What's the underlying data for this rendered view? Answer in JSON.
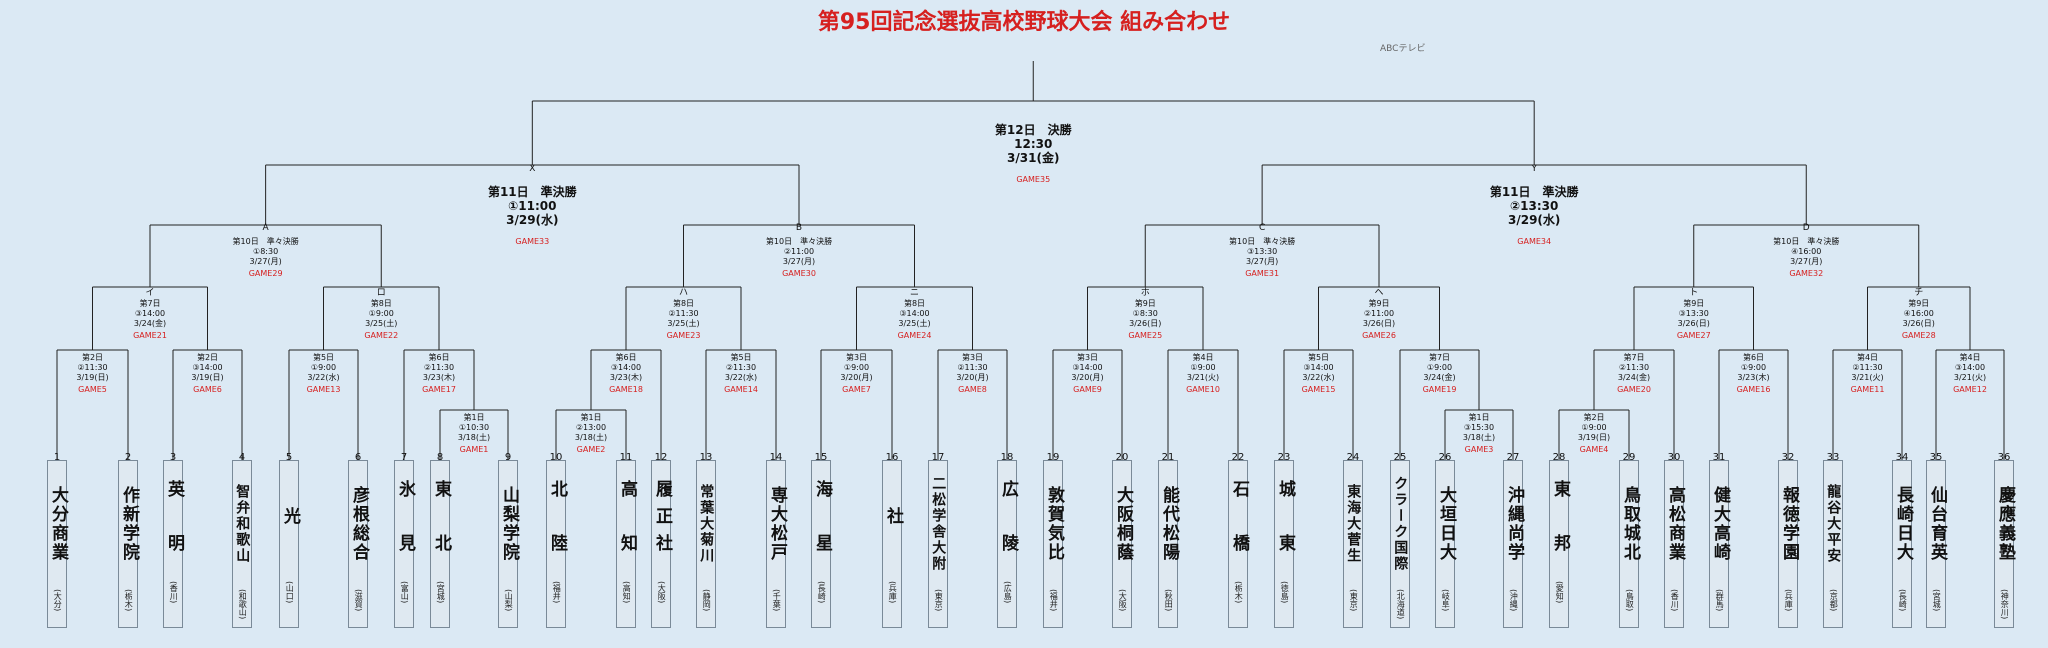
{
  "title": "第95回記念選抜高校野球大会 組み合わせ",
  "credit": "ABCテレビ",
  "teams": [
    {
      "num": "1",
      "name": "大分商業",
      "pref": "大分"
    },
    {
      "num": "2",
      "name": "作新学院",
      "pref": "栃木"
    },
    {
      "num": "3",
      "name": "英　明",
      "pref": "香川"
    },
    {
      "num": "4",
      "name": "智弁和歌山",
      "pref": "和歌山"
    },
    {
      "num": "5",
      "name": "光",
      "pref": "山口"
    },
    {
      "num": "6",
      "name": "彦根総合",
      "pref": "滋賀"
    },
    {
      "num": "7",
      "name": "氷　見",
      "pref": "富山"
    },
    {
      "num": "8",
      "name": "東　北",
      "pref": "宮城"
    },
    {
      "num": "9",
      "name": "山梨学院",
      "pref": "山梨"
    },
    {
      "num": "10",
      "name": "北　陸",
      "pref": "福井"
    },
    {
      "num": "11",
      "name": "高　知",
      "pref": "高知"
    },
    {
      "num": "12",
      "name": "履正社",
      "pref": "大阪"
    },
    {
      "num": "13",
      "name": "常葉大菊川",
      "pref": "静岡"
    },
    {
      "num": "14",
      "name": "専大松戸",
      "pref": "千葉"
    },
    {
      "num": "15",
      "name": "海　星",
      "pref": "長崎"
    },
    {
      "num": "16",
      "name": "社",
      "pref": "兵庫"
    },
    {
      "num": "17",
      "name": "二松学舎大附",
      "pref": "東京"
    },
    {
      "num": "18",
      "name": "広　陵",
      "pref": "広島"
    },
    {
      "num": "19",
      "name": "敦賀気比",
      "pref": "福井"
    },
    {
      "num": "20",
      "name": "大阪桐蔭",
      "pref": "大阪"
    },
    {
      "num": "21",
      "name": "能代松陽",
      "pref": "秋田"
    },
    {
      "num": "22",
      "name": "石　橋",
      "pref": "栃木"
    },
    {
      "num": "23",
      "name": "城　東",
      "pref": "徳島"
    },
    {
      "num": "24",
      "name": "東海大菅生",
      "pref": "東京"
    },
    {
      "num": "25",
      "name": "クラーク国際",
      "pref": "北海道"
    },
    {
      "num": "26",
      "name": "大垣日大",
      "pref": "岐阜"
    },
    {
      "num": "27",
      "name": "沖縄尚学",
      "pref": "沖縄"
    },
    {
      "num": "28",
      "name": "東　邦",
      "pref": "愛知"
    },
    {
      "num": "29",
      "name": "鳥取城北",
      "pref": "鳥取"
    },
    {
      "num": "30",
      "name": "高松商業",
      "pref": "香川"
    },
    {
      "num": "31",
      "name": "健大高崎",
      "pref": "群馬"
    },
    {
      "num": "32",
      "name": "報徳学園",
      "pref": "兵庫"
    },
    {
      "num": "33",
      "name": "龍谷大平安",
      "pref": "京都"
    },
    {
      "num": "34",
      "name": "長崎日大",
      "pref": "長崎"
    },
    {
      "num": "35",
      "name": "仙台育英",
      "pref": "宮城"
    },
    {
      "num": "36",
      "name": "慶應義塾",
      "pref": "神奈川"
    }
  ],
  "games": {
    "g1": {
      "l1": "第1日",
      "l2": "①10:30",
      "l3": "3/18(土)",
      "game": "GAME1"
    },
    "g2": {
      "l1": "第1日",
      "l2": "②13:00",
      "l3": "3/18(土)",
      "game": "GAME2"
    },
    "g3": {
      "l1": "第1日",
      "l2": "③15:30",
      "l3": "3/18(土)",
      "game": "GAME3"
    },
    "g4": {
      "l1": "第2日",
      "l2": "①9:00",
      "l3": "3/19(日)",
      "game": "GAME4"
    },
    "g5": {
      "l1": "第2日",
      "l2": "②11:30",
      "l3": "3/19(日)",
      "game": "GAME5"
    },
    "g6": {
      "l1": "第2日",
      "l2": "③14:00",
      "l3": "3/19(日)",
      "game": "GAME6"
    },
    "g7": {
      "l1": "第3日",
      "l2": "①9:00",
      "l3": "3/20(月)",
      "game": "GAME7"
    },
    "g8": {
      "l1": "第3日",
      "l2": "②11:30",
      "l3": "3/20(月)",
      "game": "GAME8"
    },
    "g9": {
      "l1": "第3日",
      "l2": "③14:00",
      "l3": "3/20(月)",
      "game": "GAME9"
    },
    "g10": {
      "l1": "第4日",
      "l2": "①9:00",
      "l3": "3/21(火)",
      "game": "GAME10"
    },
    "g11": {
      "l1": "第4日",
      "l2": "②11:30",
      "l3": "3/21(火)",
      "game": "GAME11"
    },
    "g12": {
      "l1": "第4日",
      "l2": "③14:00",
      "l3": "3/21(火)",
      "game": "GAME12"
    },
    "g13": {
      "l1": "第5日",
      "l2": "①9:00",
      "l3": "3/22(水)",
      "game": "GAME13"
    },
    "g14": {
      "l1": "第5日",
      "l2": "②11:30",
      "l3": "3/22(水)",
      "game": "GAME14"
    },
    "g15": {
      "l1": "第5日",
      "l2": "③14:00",
      "l3": "3/22(水)",
      "game": "GAME15"
    },
    "g16": {
      "l1": "第6日",
      "l2": "①9:00",
      "l3": "3/23(木)",
      "game": "GAME16"
    },
    "g17": {
      "l1": "第6日",
      "l2": "②11:30",
      "l3": "3/23(木)",
      "game": "GAME17"
    },
    "g18": {
      "l1": "第6日",
      "l2": "③14:00",
      "l3": "3/23(木)",
      "game": "GAME18"
    },
    "g19": {
      "l1": "第7日",
      "l2": "①9:00",
      "l3": "3/24(金)",
      "game": "GAME19"
    },
    "g20": {
      "l1": "第7日",
      "l2": "②11:30",
      "l3": "3/24(金)",
      "game": "GAME20"
    },
    "g21": {
      "l1": "第7日",
      "l2": "③14:00",
      "l3": "3/24(金)",
      "game": "GAME21"
    },
    "g22": {
      "l1": "第8日",
      "l2": "①9:00",
      "l3": "3/25(土)",
      "game": "GAME22"
    },
    "g23": {
      "l1": "第8日",
      "l2": "②11:30",
      "l3": "3/25(土)",
      "game": "GAME23"
    },
    "g24": {
      "l1": "第8日",
      "l2": "③14:00",
      "l3": "3/25(土)",
      "game": "GAME24"
    },
    "g25": {
      "l1": "第9日",
      "l2": "①8:30",
      "l3": "3/26(日)",
      "game": "GAME25"
    },
    "g26": {
      "l1": "第9日",
      "l2": "②11:00",
      "l3": "3/26(日)",
      "game": "GAME26"
    },
    "g27": {
      "l1": "第9日",
      "l2": "③13:30",
      "l3": "3/26(日)",
      "game": "GAME27"
    },
    "g28": {
      "l1": "第9日",
      "l2": "④16:00",
      "l3": "3/26(日)",
      "game": "GAME28"
    },
    "g29": {
      "l1": "第10日　準々決勝",
      "l2": "①8:30",
      "l3": "3/27(月)",
      "game": "GAME29"
    },
    "g30": {
      "l1": "第10日　準々決勝",
      "l2": "②11:00",
      "l3": "3/27(月)",
      "game": "GAME30"
    },
    "g31": {
      "l1": "第10日　準々決勝",
      "l2": "③13:30",
      "l3": "3/27(月)",
      "game": "GAME31"
    },
    "g32": {
      "l1": "第10日　準々決勝",
      "l2": "④16:00",
      "l3": "3/27(月)",
      "game": "GAME32"
    },
    "g33": {
      "l1": "第11日　準決勝",
      "l2": "①11:00",
      "l3": "3/29(水)",
      "game": "GAME33"
    },
    "g34": {
      "l1": "第11日　準決勝",
      "l2": "②13:30",
      "l3": "3/29(水)",
      "game": "GAME34"
    },
    "g35": {
      "l1": "第12日　決勝",
      "l2": "12:30",
      "l3": "3/31(金)",
      "game": "GAME35"
    }
  },
  "labels": {
    "X": "X",
    "Y": "Y",
    "A": "A",
    "B": "B",
    "C": "C",
    "D": "D",
    "i": "イ",
    "ro": "ロ",
    "ha": "ハ",
    "ni": "ニ",
    "ho": "ホ",
    "he": "ヘ",
    "to": "ト",
    "chi": "チ"
  }
}
